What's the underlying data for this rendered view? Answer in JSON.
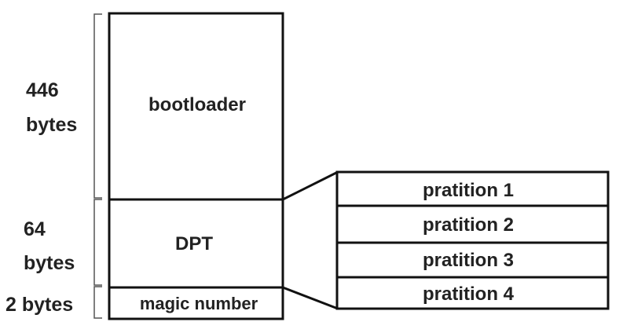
{
  "mbr": {
    "bootloader": {
      "label": "bootloader",
      "size_number": "446",
      "size_unit": "bytes"
    },
    "dpt": {
      "label": "DPT",
      "size_number": "64",
      "size_unit": "bytes"
    },
    "magic": {
      "label": "magic number",
      "size": "2 bytes"
    }
  },
  "partitions": [
    {
      "label": "pratition 1"
    },
    {
      "label": "pratition 2"
    },
    {
      "label": "pratition 3"
    },
    {
      "label": "pratition 4"
    }
  ],
  "colors": {
    "stroke": "#111111",
    "text": "#222222",
    "background": "#ffffff"
  }
}
